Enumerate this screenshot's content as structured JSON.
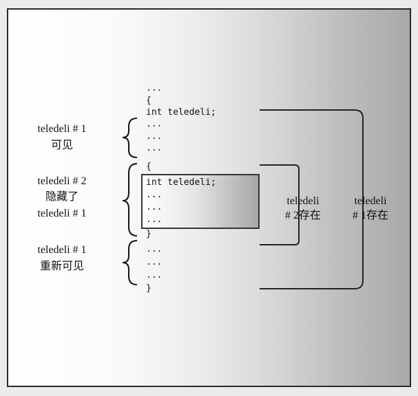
{
  "code_lines": {
    "l01": "...",
    "l02": "{",
    "l03": "int teledeli;",
    "l04": "...",
    "l05": "...",
    "l06": "...",
    "l07": "{",
    "l08": "int teledeli;",
    "l09": "...",
    "l10": "...",
    "l11": "...",
    "l12": "}",
    "l13": "...",
    "l14": "...",
    "l15": "...",
    "l16": "}"
  },
  "left_labels": {
    "block1_line1": "teledeli # 1",
    "block1_line2": "可见",
    "block2_line1": "teledeli # 2",
    "block2_line2": "隐藏了",
    "block2_line3": "teledeli # 1",
    "block3_line1": "teledeli # 1",
    "block3_line2": "重新可见"
  },
  "right_labels": {
    "scope2_line1": "teledeli",
    "scope2_line2": "# 2存在",
    "scope1_line1": "teledeli",
    "scope1_line2": "# 1存在"
  }
}
